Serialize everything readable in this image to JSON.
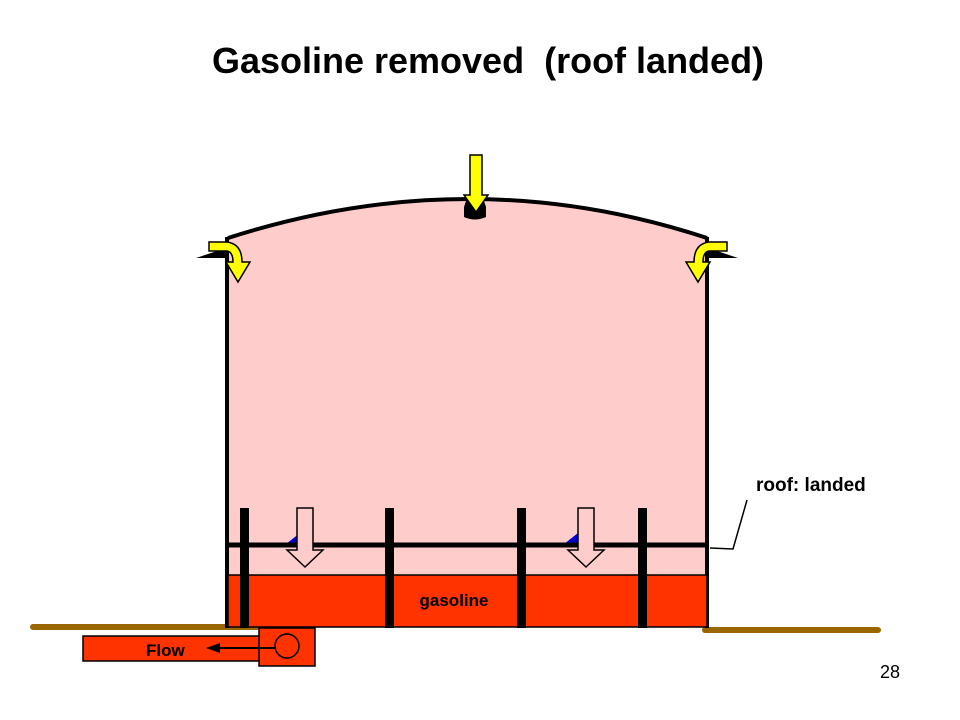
{
  "slide": {
    "title": "Gasoline removed  (roof landed)",
    "page_number": "28"
  },
  "diagram": {
    "labels": {
      "liquid": "gasoline",
      "roof": "roof: landed",
      "flow": "Flow"
    },
    "colors": {
      "vapor_space": "#FFCCCC",
      "gasoline": "#FF3300",
      "outline": "#000000",
      "ground": "#996600",
      "air_arrow": "#FFFF00",
      "roof_seal": "#0000CC"
    }
  }
}
